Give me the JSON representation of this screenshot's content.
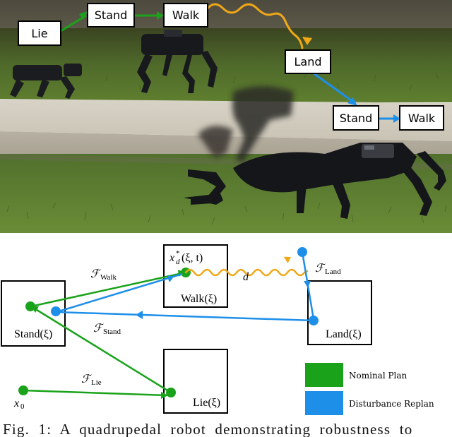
{
  "photo": {
    "states": {
      "lie": "Lie",
      "stand_first": "Stand",
      "walk_first": "Walk",
      "land": "Land",
      "stand_second": "Stand",
      "walk_second": "Walk"
    }
  },
  "diagram": {
    "regions": {
      "stand": "Stand(ξ)",
      "walk": "Walk(ξ)",
      "land": "Land(ξ)",
      "lie": "Lie(ξ)"
    },
    "funnels": {
      "walk": {
        "symbol": "ℱ",
        "sub": "Walk"
      },
      "stand": {
        "symbol": "ℱ",
        "sub": "Stand"
      },
      "lie": {
        "symbol": "ℱ",
        "sub": "Lie"
      },
      "land": {
        "symbol": "ℱ",
        "sub": "Land"
      }
    },
    "points": {
      "x0_main": "x",
      "x0_sub": "0",
      "xd_main": "x",
      "xd_sup": "*",
      "xd_sub": "d",
      "xd_args": "(ξ, t)",
      "disturbance": "d"
    },
    "legend": {
      "nominal": "Nominal Plan",
      "disturbance": "Disturbance Replan"
    },
    "colors": {
      "nominal": "#1aa31a",
      "disturbance": "#1e8fe8",
      "wiggle": "#f0a818"
    }
  },
  "caption": {
    "text": "Fig. 1: A quadrupedal robot demonstrating robustness to"
  }
}
